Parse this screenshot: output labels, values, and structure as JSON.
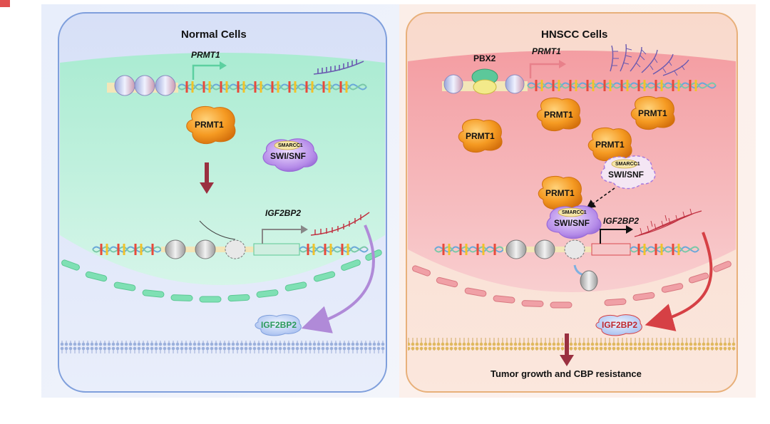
{
  "panels": {
    "normal": {
      "title": "Normal Cells",
      "gene_label": "PRMT1",
      "prmt1_label": "PRMT1",
      "complex_sub_label": "SMARCC1",
      "complex_label": "SWI/SNF",
      "target_gene_label": "IGF2BP2",
      "product_label": "IGF2BP2"
    },
    "hnscc": {
      "title": "HNSCC Cells",
      "tf_label": "PBX2",
      "gene_label": "PRMT1",
      "prmt1_labels": [
        "PRMT1",
        "PRMT1",
        "PRMT1",
        "PRMT1",
        "PRMT1"
      ],
      "complex_dashed_sub_label": "SMARCC1",
      "complex_dashed_label": "SWI/SNF",
      "complex_bound_sub_label": "SMARCC1",
      "complex_bound_label": "SWI/SNF",
      "target_gene_label": "IGF2BP2",
      "product_label": "IGF2BP2",
      "outcome_label": "Tumor growth and CBP resistance"
    }
  },
  "colors": {
    "normal_cell_border": "#7f9fdc",
    "normal_nucleus": "#bff0d8",
    "hnscc_cell_border": "#e8b07a",
    "hnscc_nucleus": "#f4b5b8",
    "prmt1": "#f08c1e",
    "swi_snf": "#a678e0",
    "igf2bp2_normal_text": "#2a9a5a",
    "igf2bp2_hnscc_text": "#c0282e",
    "arrow_normal": "#b08ad8",
    "arrow_hnscc": "#d64045"
  }
}
